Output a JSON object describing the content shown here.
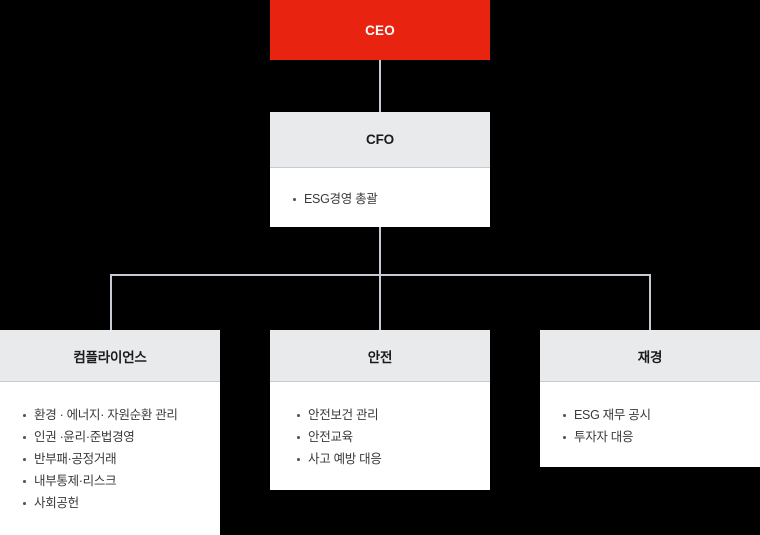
{
  "chart_data": {
    "type": "diagram",
    "subtype": "organization-chart",
    "title": "ESG Governance Organization Chart",
    "background_color": "#000000",
    "accent_color": "#e8230f",
    "header_color": "#e9eaec",
    "line_color": "#c5cad3",
    "levels": 3
  },
  "nodes": {
    "ceo": {
      "label": "CEO",
      "level": 1,
      "style": "accent"
    },
    "cfo": {
      "label": "CFO",
      "level": 2,
      "items": [
        "ESG경영 총괄"
      ]
    },
    "compliance": {
      "label": "컴플라이언스",
      "level": 3,
      "items": [
        "환경 · 에너지· 자원순환 관리",
        "인권 ·윤리·준법경영",
        "반부패·공정거래",
        "내부통제·리스크",
        "사회공헌"
      ]
    },
    "safety": {
      "label": "안전",
      "level": 3,
      "items": [
        "안전보건 관리",
        "안전교육",
        "사고 예방 대응"
      ]
    },
    "finance": {
      "label": "재경",
      "level": 3,
      "items": [
        "ESG 재무 공시",
        "투자자 대응"
      ]
    }
  }
}
